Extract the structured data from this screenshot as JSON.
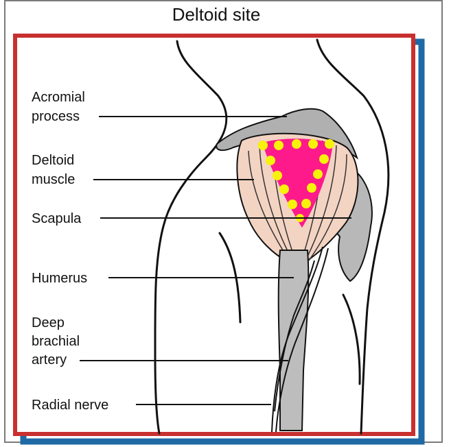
{
  "title": "Deltoid site",
  "labels": {
    "acromial_1": "Acromial",
    "acromial_2": "process",
    "deltoid_1": "Deltoid",
    "deltoid_2": "muscle",
    "scapula": "Scapula",
    "humerus": "Humerus",
    "deep_1": "Deep",
    "deep_2": "brachial",
    "deep_3": "artery",
    "radial": "Radial nerve"
  },
  "colors": {
    "frame_red": "#c8302f",
    "frame_blue": "#1f6aa5",
    "muscle_fill": "#f3d3c2",
    "injection_zone": "#ff1a8c",
    "injection_dot": "#f7f20a",
    "bone_gray": "#bdbdbd"
  }
}
